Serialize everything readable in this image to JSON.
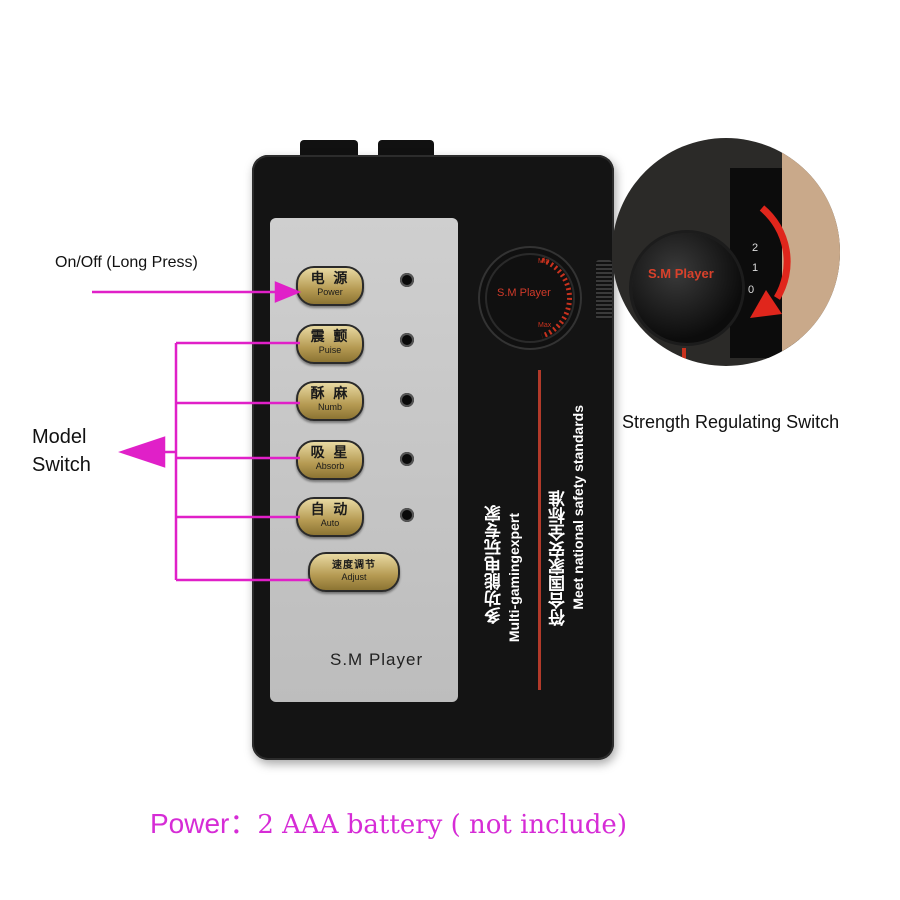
{
  "annotations": {
    "on_off": "On/Off  (Long Press)",
    "model_switch_line1": "Model",
    "model_switch_line2": "Switch",
    "strength_switch": "Strength Regulating Switch"
  },
  "device": {
    "brand_label": "S.M Player",
    "dial_label": "S.M Player",
    "dial_min": "Min",
    "dial_max": "Max",
    "side_text_cn1": "多功能电玩专家",
    "side_text_en1": "Multi-gamingexpert",
    "side_text_cn2": "符合国家安全标准",
    "side_text_en2": "Meet national safety standards",
    "buttons": [
      {
        "cn": "电 源",
        "en": "Power"
      },
      {
        "cn": "震 颤",
        "en": "Puise"
      },
      {
        "cn": "酥 麻",
        "en": "Numb"
      },
      {
        "cn": "吸 星",
        "en": "Absorb"
      },
      {
        "cn": "自 动",
        "en": "Auto"
      },
      {
        "cn": "速度调节",
        "en": "Adjust"
      }
    ]
  },
  "inset": {
    "knob_label": "S.M Player",
    "scale_2": "2",
    "scale_1": "1",
    "scale_0": "0"
  },
  "caption": {
    "prefix": "Power：",
    "rest": "2 AAA battery ( not include)"
  },
  "colors": {
    "annotation_magenta": "#e020c8",
    "caption_magenta": "#d62cd6",
    "accent_red": "#c8321e"
  }
}
